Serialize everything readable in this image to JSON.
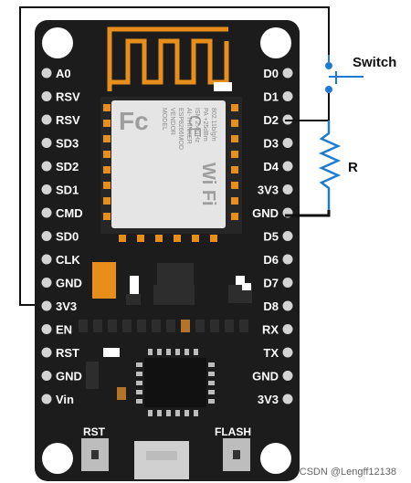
{
  "left_pins": [
    "A0",
    "RSV",
    "RSV",
    "SD3",
    "SD2",
    "SD1",
    "CMD",
    "SD0",
    "CLK",
    "GND",
    "3V3",
    "EN",
    "RST",
    "GND",
    "Vin"
  ],
  "right_pins": [
    "D0",
    "D1",
    "D2",
    "D3",
    "D4",
    "3V3",
    "GND",
    "D5",
    "D6",
    "D7",
    "D8",
    "RX",
    "TX",
    "GND",
    "3V3"
  ],
  "buttons": {
    "rst": "RST",
    "flash": "FLASH"
  },
  "module": {
    "fc_logo": "Fc",
    "ce_logo": "CE",
    "wifi_logo": "Wi Fi",
    "lines": [
      "MODEL",
      "VENDOR",
      "ESP8266MOD",
      "AI-THINKER",
      "ISM 2.4GHz",
      "PA +25dBm",
      "802.11b/g/n"
    ]
  },
  "external": {
    "switch_label": "Switch",
    "resistor_label": "R"
  },
  "watermark": "CSDN @Lengff12138",
  "colors": {
    "board": "#1c1c1c",
    "antenna": "#e88f1b",
    "pin_circle": "#d4d4d4",
    "wire": "#111111",
    "switch_wire": "#1f7bd1"
  }
}
